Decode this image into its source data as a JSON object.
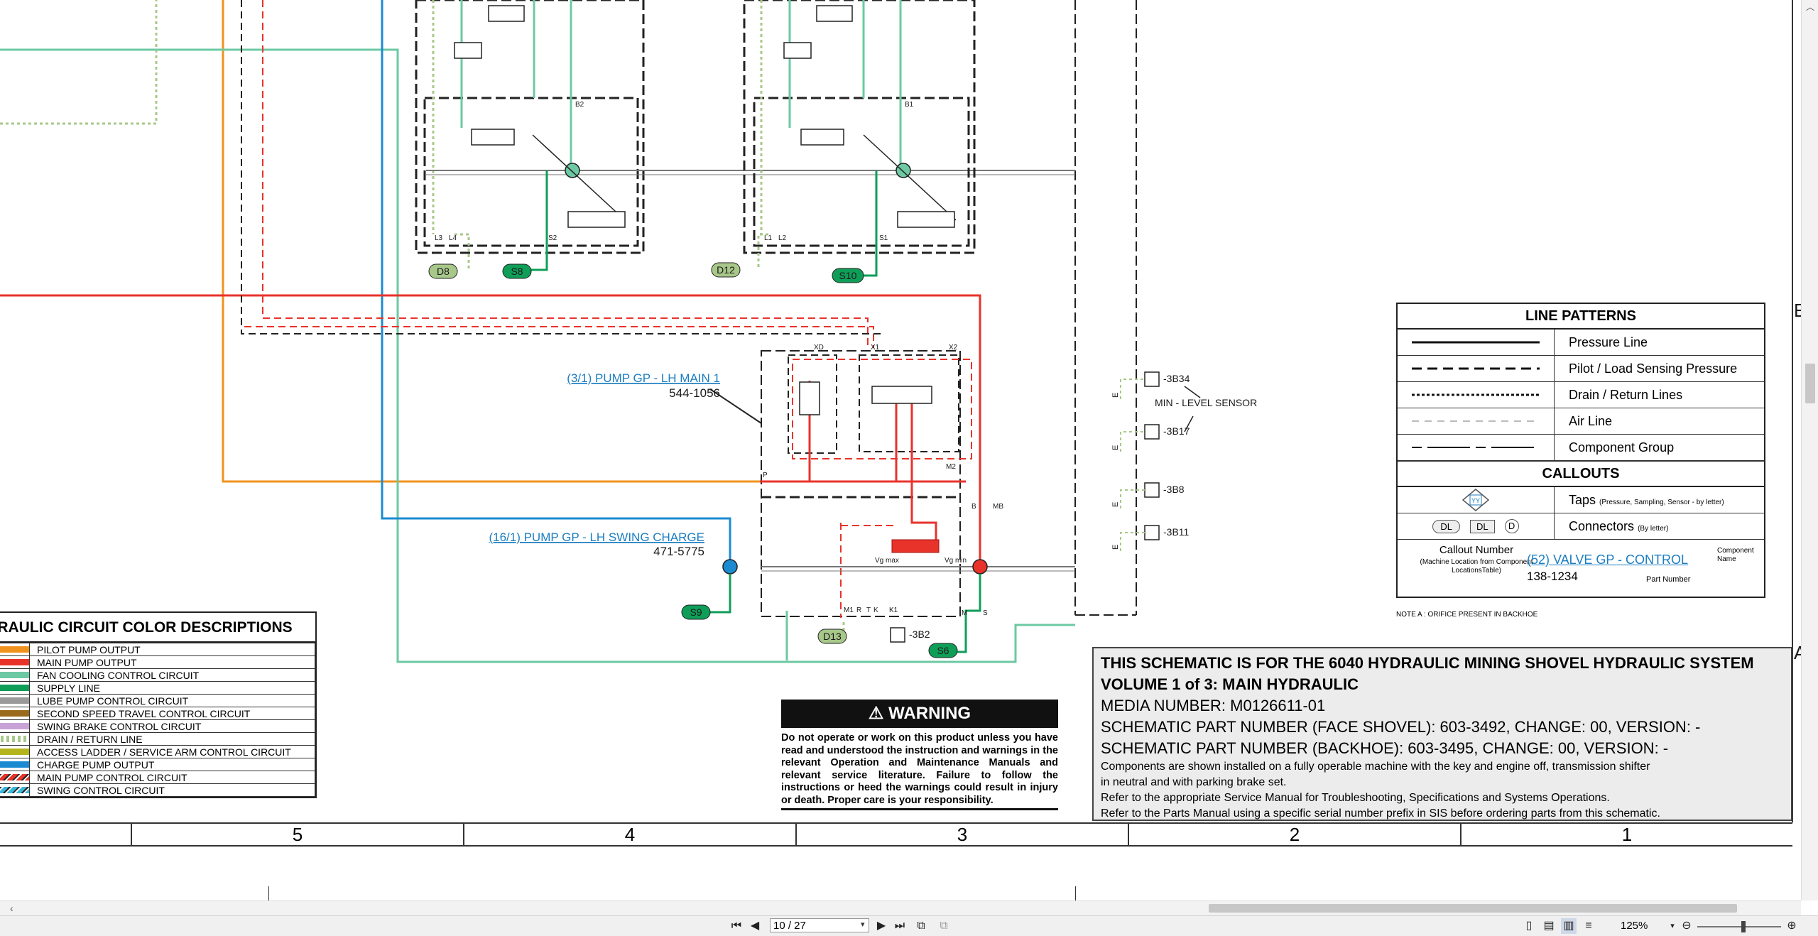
{
  "colors": {
    "pilot": "#f0931e",
    "main": "#e8332b",
    "fan": "#6cc9a3",
    "supply": "#0f9e58",
    "lube": "#9a9a9a",
    "second_speed": "#9a6a1c",
    "swing_brake": "#c8a2d6",
    "drain": "#a8c88a",
    "access": "#b4b41c",
    "charge": "#1b8bd1",
    "main_control": "#e8332b",
    "swing_control": "#3bb6d9",
    "link": "#1b7ec2"
  },
  "schematic": {
    "ports": [
      "D8",
      "S8",
      "D12",
      "S10",
      "S9",
      "D13",
      "S6"
    ],
    "port_labels": [
      "B2",
      "B1",
      "L3",
      "L4",
      "S2",
      "L1",
      "L2",
      "S1",
      "XD",
      "X1",
      "X2",
      "M2",
      "B",
      "MB",
      "P",
      "M1",
      "R",
      "T",
      "K",
      "K1",
      "M",
      "S",
      "Vg max",
      "Vg min"
    ],
    "components": [
      {
        "link": "(3/1) PUMP GP - LH MAIN 1",
        "part": "544-1056"
      },
      {
        "link": "(16/1) PUMP GP - LH SWING CHARGE",
        "part": "471-5775"
      }
    ],
    "sensors": [
      "-3B34",
      "-3B17",
      "-3B8",
      "-3B11",
      "-3B2"
    ],
    "sensor_note": "MIN - LEVEL SENSOR",
    "connector_marks": [
      "E",
      "E",
      "E",
      "E"
    ],
    "edge_letters": [
      "E",
      "A"
    ]
  },
  "color_legend": {
    "title": "HYDRAULIC CIRCUIT COLOR DESCRIPTIONS",
    "rows": [
      {
        "label": "PILOT PUMP OUTPUT",
        "color": "#f0931e",
        "style": "solid"
      },
      {
        "label": "MAIN PUMP OUTPUT",
        "color": "#e8332b",
        "style": "solid"
      },
      {
        "label": "FAN COOLING CONTROL CIRCUIT",
        "color": "#6cc9a3",
        "style": "solid"
      },
      {
        "label": "SUPPLY LINE",
        "color": "#0f9e58",
        "style": "solid"
      },
      {
        "label": "LUBE PUMP CONTROL CIRCUIT",
        "color": "#9a9a9a",
        "style": "solid"
      },
      {
        "label": "SECOND SPEED TRAVEL CONTROL CIRCUIT",
        "color": "#9a6a1c",
        "style": "solid"
      },
      {
        "label": "SWING BRAKE CONTROL CIRCUIT",
        "color": "#c8a2d6",
        "style": "solid"
      },
      {
        "label": "DRAIN / RETURN LINE",
        "color": "#a8c88a",
        "style": "dotted"
      },
      {
        "label": "ACCESS LADDER / SERVICE ARM CONTROL CIRCUIT",
        "color": "#b4b41c",
        "style": "solid"
      },
      {
        "label": "CHARGE PUMP OUTPUT",
        "color": "#1b8bd1",
        "style": "solid"
      },
      {
        "label": "MAIN PUMP CONTROL CIRCUIT",
        "color": "#e8332b",
        "style": "hatched"
      },
      {
        "label": "SWING CONTROL CIRCUIT",
        "color": "#3bb6d9",
        "style": "hatched"
      }
    ]
  },
  "line_patterns": {
    "title": "LINE PATTERNS",
    "rows": [
      {
        "label": "Pressure Line",
        "pattern": "solid"
      },
      {
        "label": "Pilot / Load Sensing Pressure",
        "pattern": "dashed"
      },
      {
        "label": "Drain / Return Lines",
        "pattern": "dotted"
      },
      {
        "label": "Air Line",
        "pattern": "thin-dashed"
      },
      {
        "label": "Component Group",
        "pattern": "dash-dot"
      }
    ],
    "callouts_title": "CALLOUTS",
    "taps_label": "Taps",
    "taps_sub": "(Pressure, Sampling, Sensor - by letter)",
    "taps_symbol": "YY",
    "connectors_label": "Connectors",
    "connectors_sub": "(By letter)",
    "connector_symbols": [
      "DL",
      "DL",
      "D"
    ],
    "callout_number_label": "Callout Number",
    "callout_number_sub": "(Machine Location from Component LocationsTable)",
    "example_link": "(52) VALVE GP - CONTROL",
    "example_part": "138-1234",
    "component_name_label": "Component Name",
    "part_number_label": "Part Number",
    "note": "NOTE A : ORIFICE PRESENT IN BACKHOE"
  },
  "warning": {
    "title": "WARNING",
    "icon": "warning-triangle-icon",
    "body": "Do not operate or work on this product unless you have read and understood the instruction and warnings in the relevant Operation and Maintenance Manuals and relevant service literature. Failure to follow the instructions or heed the warnings could result in injury or death. Proper care is your responsibility."
  },
  "title_block": {
    "line1": "THIS SCHEMATIC IS FOR THE 6040 HYDRAULIC MINING SHOVEL HYDRAULIC SYSTEM",
    "line2": "VOLUME 1 of 3: MAIN HYDRAULIC",
    "media": "MEDIA NUMBER: M0126611-01",
    "part_face": "SCHEMATIC PART NUMBER (FACE SHOVEL): 603-3492, CHANGE: 00, VERSION: -",
    "part_backhoe": "SCHEMATIC PART NUMBER (BACKHOE): 603-3495, CHANGE: 00, VERSION: -",
    "note1": "Components are shown installed on a fully operable machine with the key and engine off, transmission shifter",
    "note2": "in neutral and with parking brake set.",
    "note3": "Refer to the appropriate Service Manual for Troubleshooting, Specifications and Systems Operations.",
    "note4": "Refer to the Parts Manual using a specific serial number prefix in SIS before ordering parts from this schematic."
  },
  "zones": [
    "5",
    "4",
    "3",
    "2",
    "1"
  ],
  "viewer": {
    "page_value": "10 / 27",
    "zoom": "125%"
  }
}
